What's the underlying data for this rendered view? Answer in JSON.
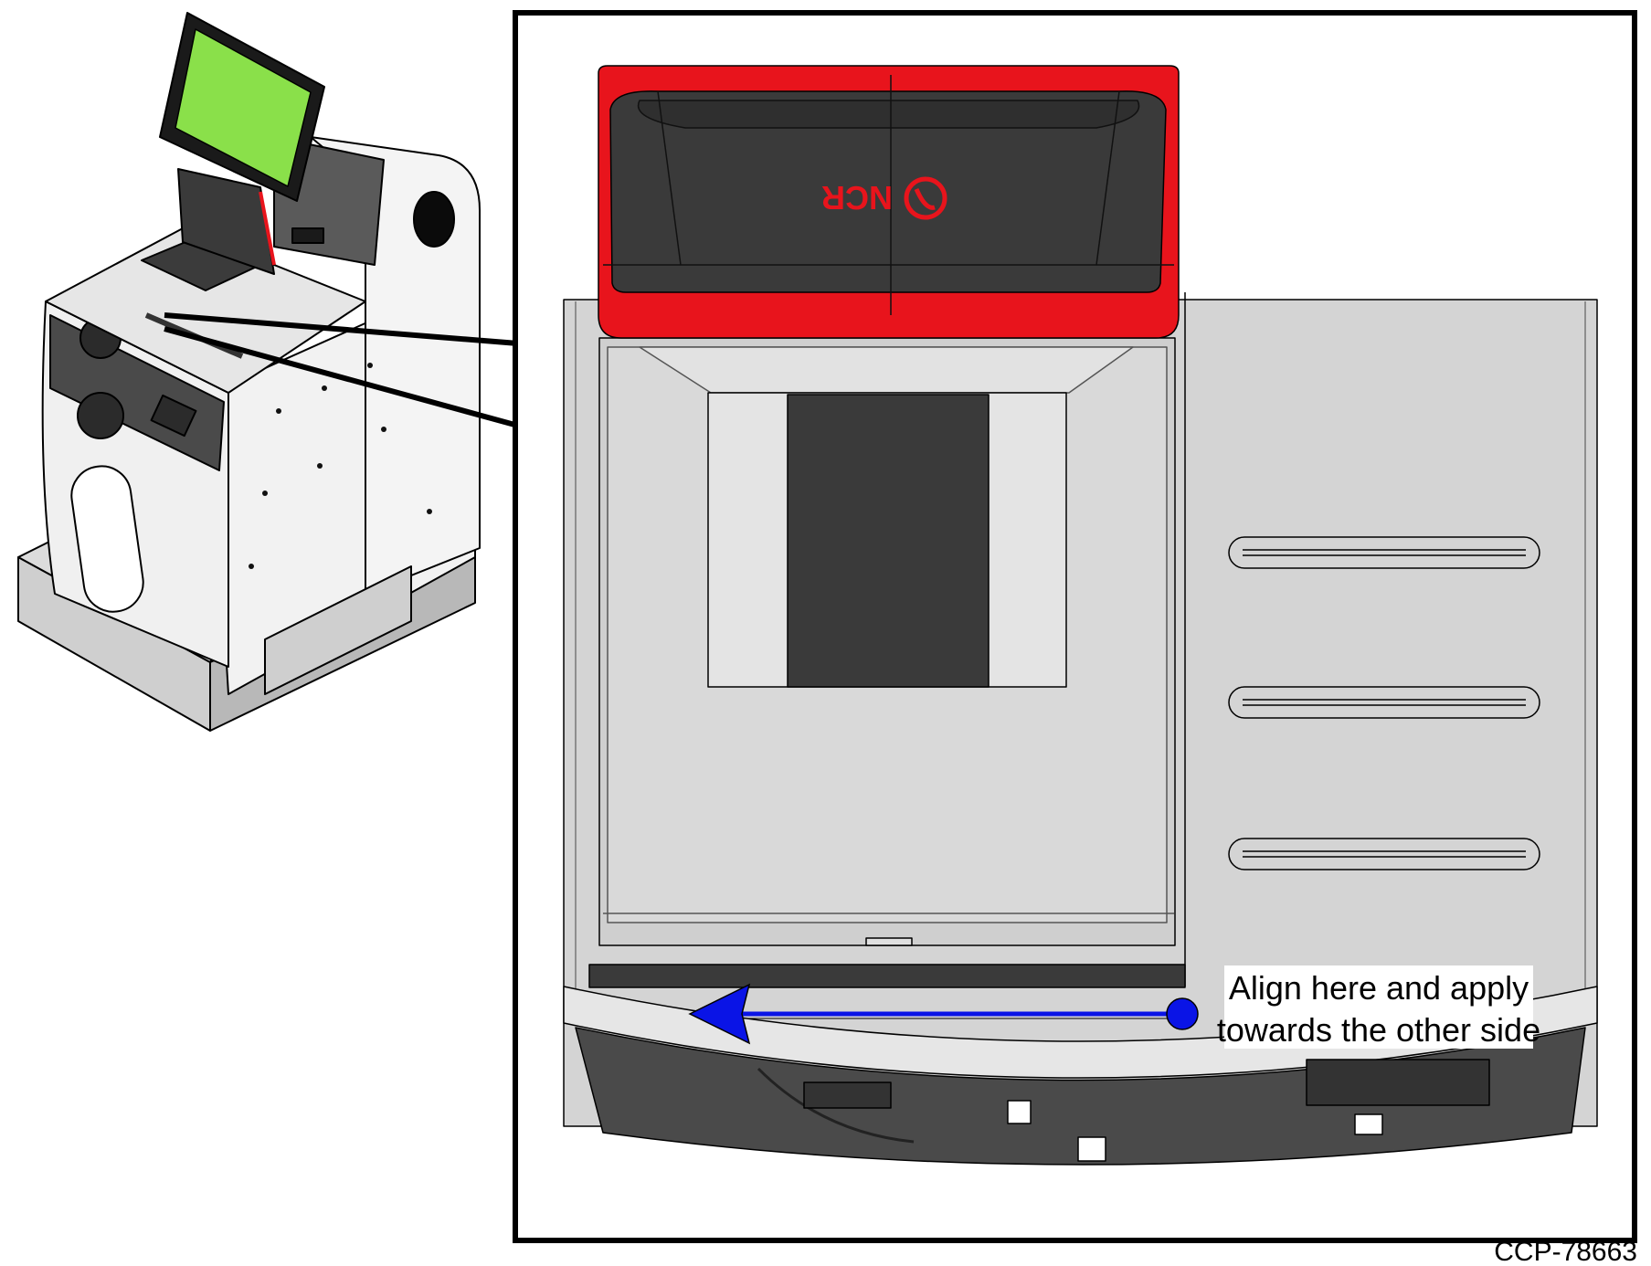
{
  "callout": {
    "line1": "Align here and apply",
    "line2": "towards the other side"
  },
  "figure_code": "CCP-78663",
  "logo_text": "NCR",
  "colors": {
    "screen_green": "#8ae04a",
    "accent_red": "#e8141c",
    "arrow_blue": "#0a14e6",
    "dark_gray": "#3a3a3a",
    "panel_gray": "#d4d4d4",
    "frame_black": "#000000"
  }
}
